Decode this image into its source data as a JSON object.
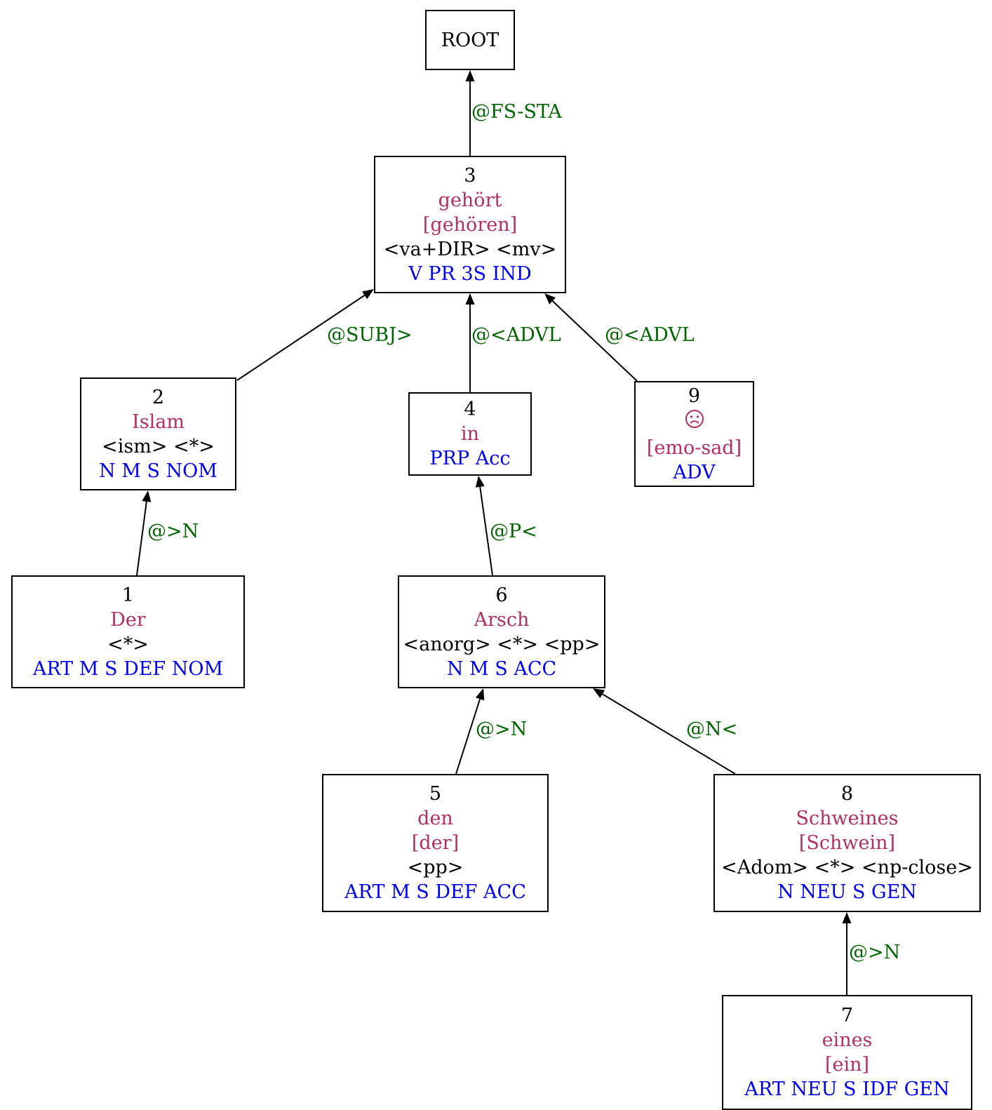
{
  "colors": {
    "index": "#000000",
    "word": "#b03060",
    "lemma": "#b03060",
    "tags": "#000000",
    "pos": "#0000ee",
    "edge_label": "#006400",
    "edge": "#000000"
  },
  "root": {
    "label": "ROOT"
  },
  "nodes": [
    {
      "id": "3",
      "word": "gehört",
      "lemma": "[gehören]",
      "tags": "<va+DIR> <mv>",
      "pos": "V PR 3S IND"
    },
    {
      "id": "2",
      "word": "Islam",
      "tags": "<ism> <*>",
      "pos": "N M S NOM"
    },
    {
      "id": "4",
      "word": "in",
      "pos": "PRP Acc"
    },
    {
      "id": "9",
      "icon": "sad-face-icon",
      "lemma": "[emo-sad]",
      "pos": "ADV"
    },
    {
      "id": "1",
      "word": "Der",
      "tags": "<*>",
      "pos": "ART M S DEF NOM"
    },
    {
      "id": "6",
      "word": "Arsch",
      "tags": "<anorg> <*> <pp>",
      "pos": "N M S ACC"
    },
    {
      "id": "5",
      "word": "den",
      "lemma": "[der]",
      "tags": "<pp>",
      "pos": "ART M S DEF ACC"
    },
    {
      "id": "8",
      "word": "Schweines",
      "lemma": "[Schwein]",
      "tags": "<Adom> <*> <np-close>",
      "pos": "N NEU S GEN"
    },
    {
      "id": "7",
      "word": "eines",
      "lemma": "[ein]",
      "pos": "ART NEU S IDF GEN"
    }
  ],
  "edges": [
    {
      "from": "3",
      "to": "ROOT",
      "label": "@FS-STA"
    },
    {
      "from": "2",
      "to": "3",
      "label": "@SUBJ>"
    },
    {
      "from": "4",
      "to": "3",
      "label": "@<ADVL"
    },
    {
      "from": "9",
      "to": "3",
      "label": "@<ADVL"
    },
    {
      "from": "1",
      "to": "2",
      "label": "@>N"
    },
    {
      "from": "6",
      "to": "4",
      "label": "@P<"
    },
    {
      "from": "5",
      "to": "6",
      "label": "@>N"
    },
    {
      "from": "8",
      "to": "6",
      "label": "@N<"
    },
    {
      "from": "7",
      "to": "8",
      "label": "@>N"
    }
  ]
}
